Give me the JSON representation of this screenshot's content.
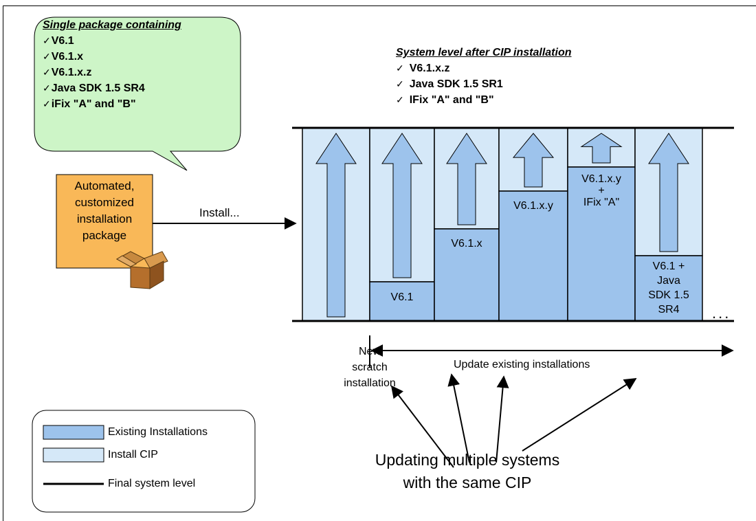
{
  "bubble": {
    "title": "Single package containing",
    "items": [
      "V6.1",
      "V6.1.x",
      "V6.1.x.z",
      "Java SDK 1.5 SR4",
      "iFix \"A\" and \"B\""
    ]
  },
  "system_level": {
    "title": "System level after CIP installation",
    "items": [
      "V6.1.x.z",
      "Java SDK 1.5 SR1",
      "IFix \"A\" and \"B\""
    ]
  },
  "package": {
    "lines": [
      "Automated,",
      "customized",
      "installation",
      "package"
    ]
  },
  "install_label": "Install...",
  "columns": [
    {
      "label": ""
    },
    {
      "label": "V6.1"
    },
    {
      "label": "V6.1.x"
    },
    {
      "label": "V6.1.x.y"
    },
    {
      "label": "V6.1.x.y\n+\nIFix \"A\""
    },
    {
      "label": "V6.1 +\nJava\nSDK 1.5\nSR4"
    }
  ],
  "continuation": "...",
  "scratch_label": "New\nscratch\ninstallation",
  "update_label": "Update existing installations",
  "legend": {
    "existing": "Existing Installations",
    "install_cip": "Install CIP",
    "final_level": "Final system level"
  },
  "caption": {
    "line1": "Updating multiple systems",
    "line2": "with the same CIP"
  },
  "colors": {
    "existing_fill": "#9dc3ec",
    "cip_fill": "#d5e8f8",
    "bubble_fill": "#cdf5c7",
    "package_fill": "#f9b858"
  }
}
